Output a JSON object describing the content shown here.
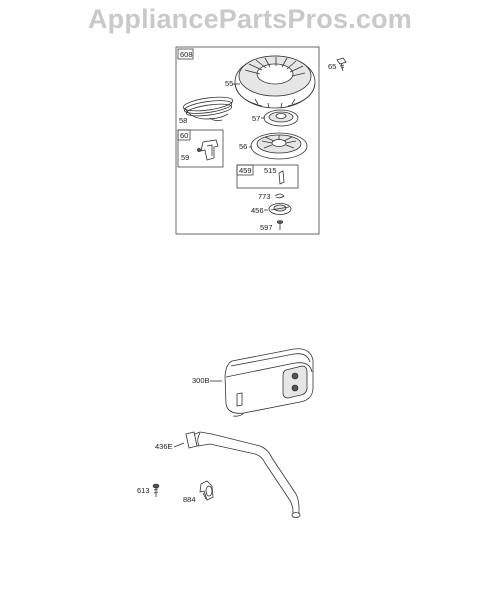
{
  "watermark": "AppliancePartsPros.com",
  "labels": {
    "l608": "608",
    "l65": "65",
    "l55": "55",
    "l58": "58",
    "l57": "57",
    "l60": "60",
    "l56": "56",
    "l59": "59",
    "l459": "459",
    "l515": "515",
    "l773": "773",
    "l456": "456",
    "l597": "597",
    "l300B": "300B",
    "l436E": "436E",
    "l613": "613",
    "l884": "884"
  }
}
